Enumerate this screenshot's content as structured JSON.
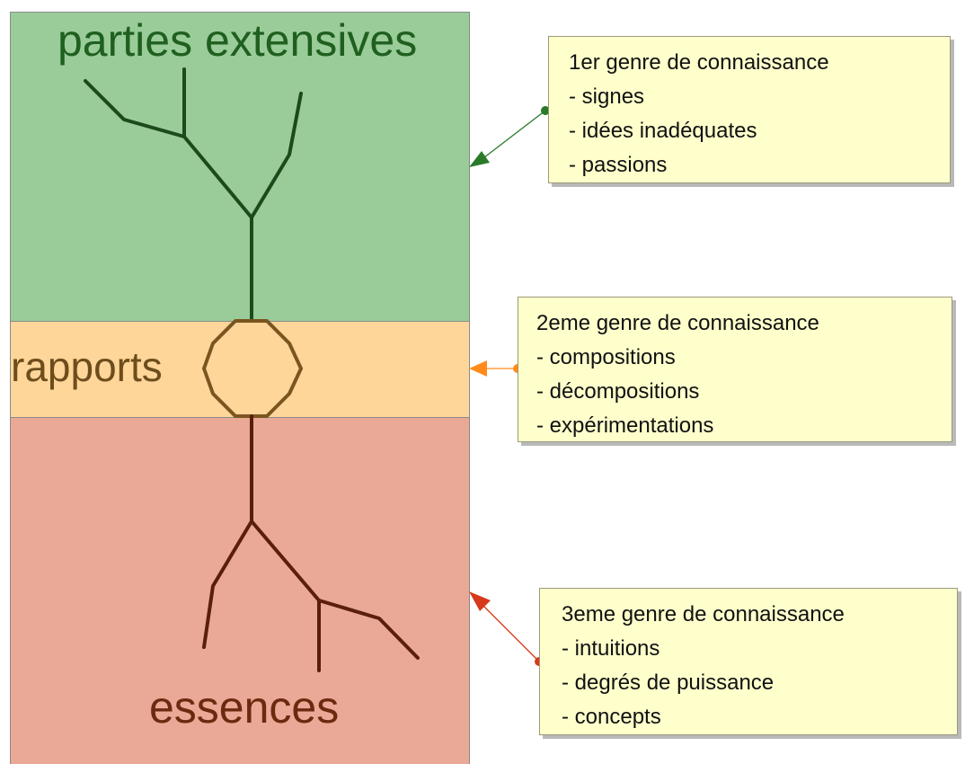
{
  "diagram": {
    "layers": [
      {
        "id": "top",
        "label": "parties extensives",
        "color": "#99cc99",
        "text_color": "#1f5f1f"
      },
      {
        "id": "middle",
        "label": "rapports",
        "color": "#ffd699",
        "text_color": "#6e4d1c"
      },
      {
        "id": "bottom",
        "label": "essences",
        "color": "#eaa896",
        "text_color": "#6b2a10"
      }
    ],
    "notes": [
      {
        "title": "1er genre de connaissance",
        "items": [
          "- signes",
          "- idées inadéquates",
          "- passions"
        ],
        "arrow_color": "#2a7a2a",
        "points_to": "top"
      },
      {
        "title": "2eme genre de connaissance",
        "items": [
          "- compositions",
          "- décompositions",
          "- expérimentations"
        ],
        "arrow_color": "#ff8c1a",
        "points_to": "middle"
      },
      {
        "title": "3eme genre de connaissance",
        "items": [
          "- intuitions",
          "- degrés de puissance",
          "- concepts"
        ],
        "arrow_color": "#d63a1a",
        "points_to": "bottom"
      }
    ],
    "colors": {
      "branches": "#1d4a1d",
      "roots": "#5a1e0c",
      "octagon_fill": "#ffd699",
      "octagon_stroke": "#7a5520",
      "note_fill": "#ffffcc"
    }
  }
}
